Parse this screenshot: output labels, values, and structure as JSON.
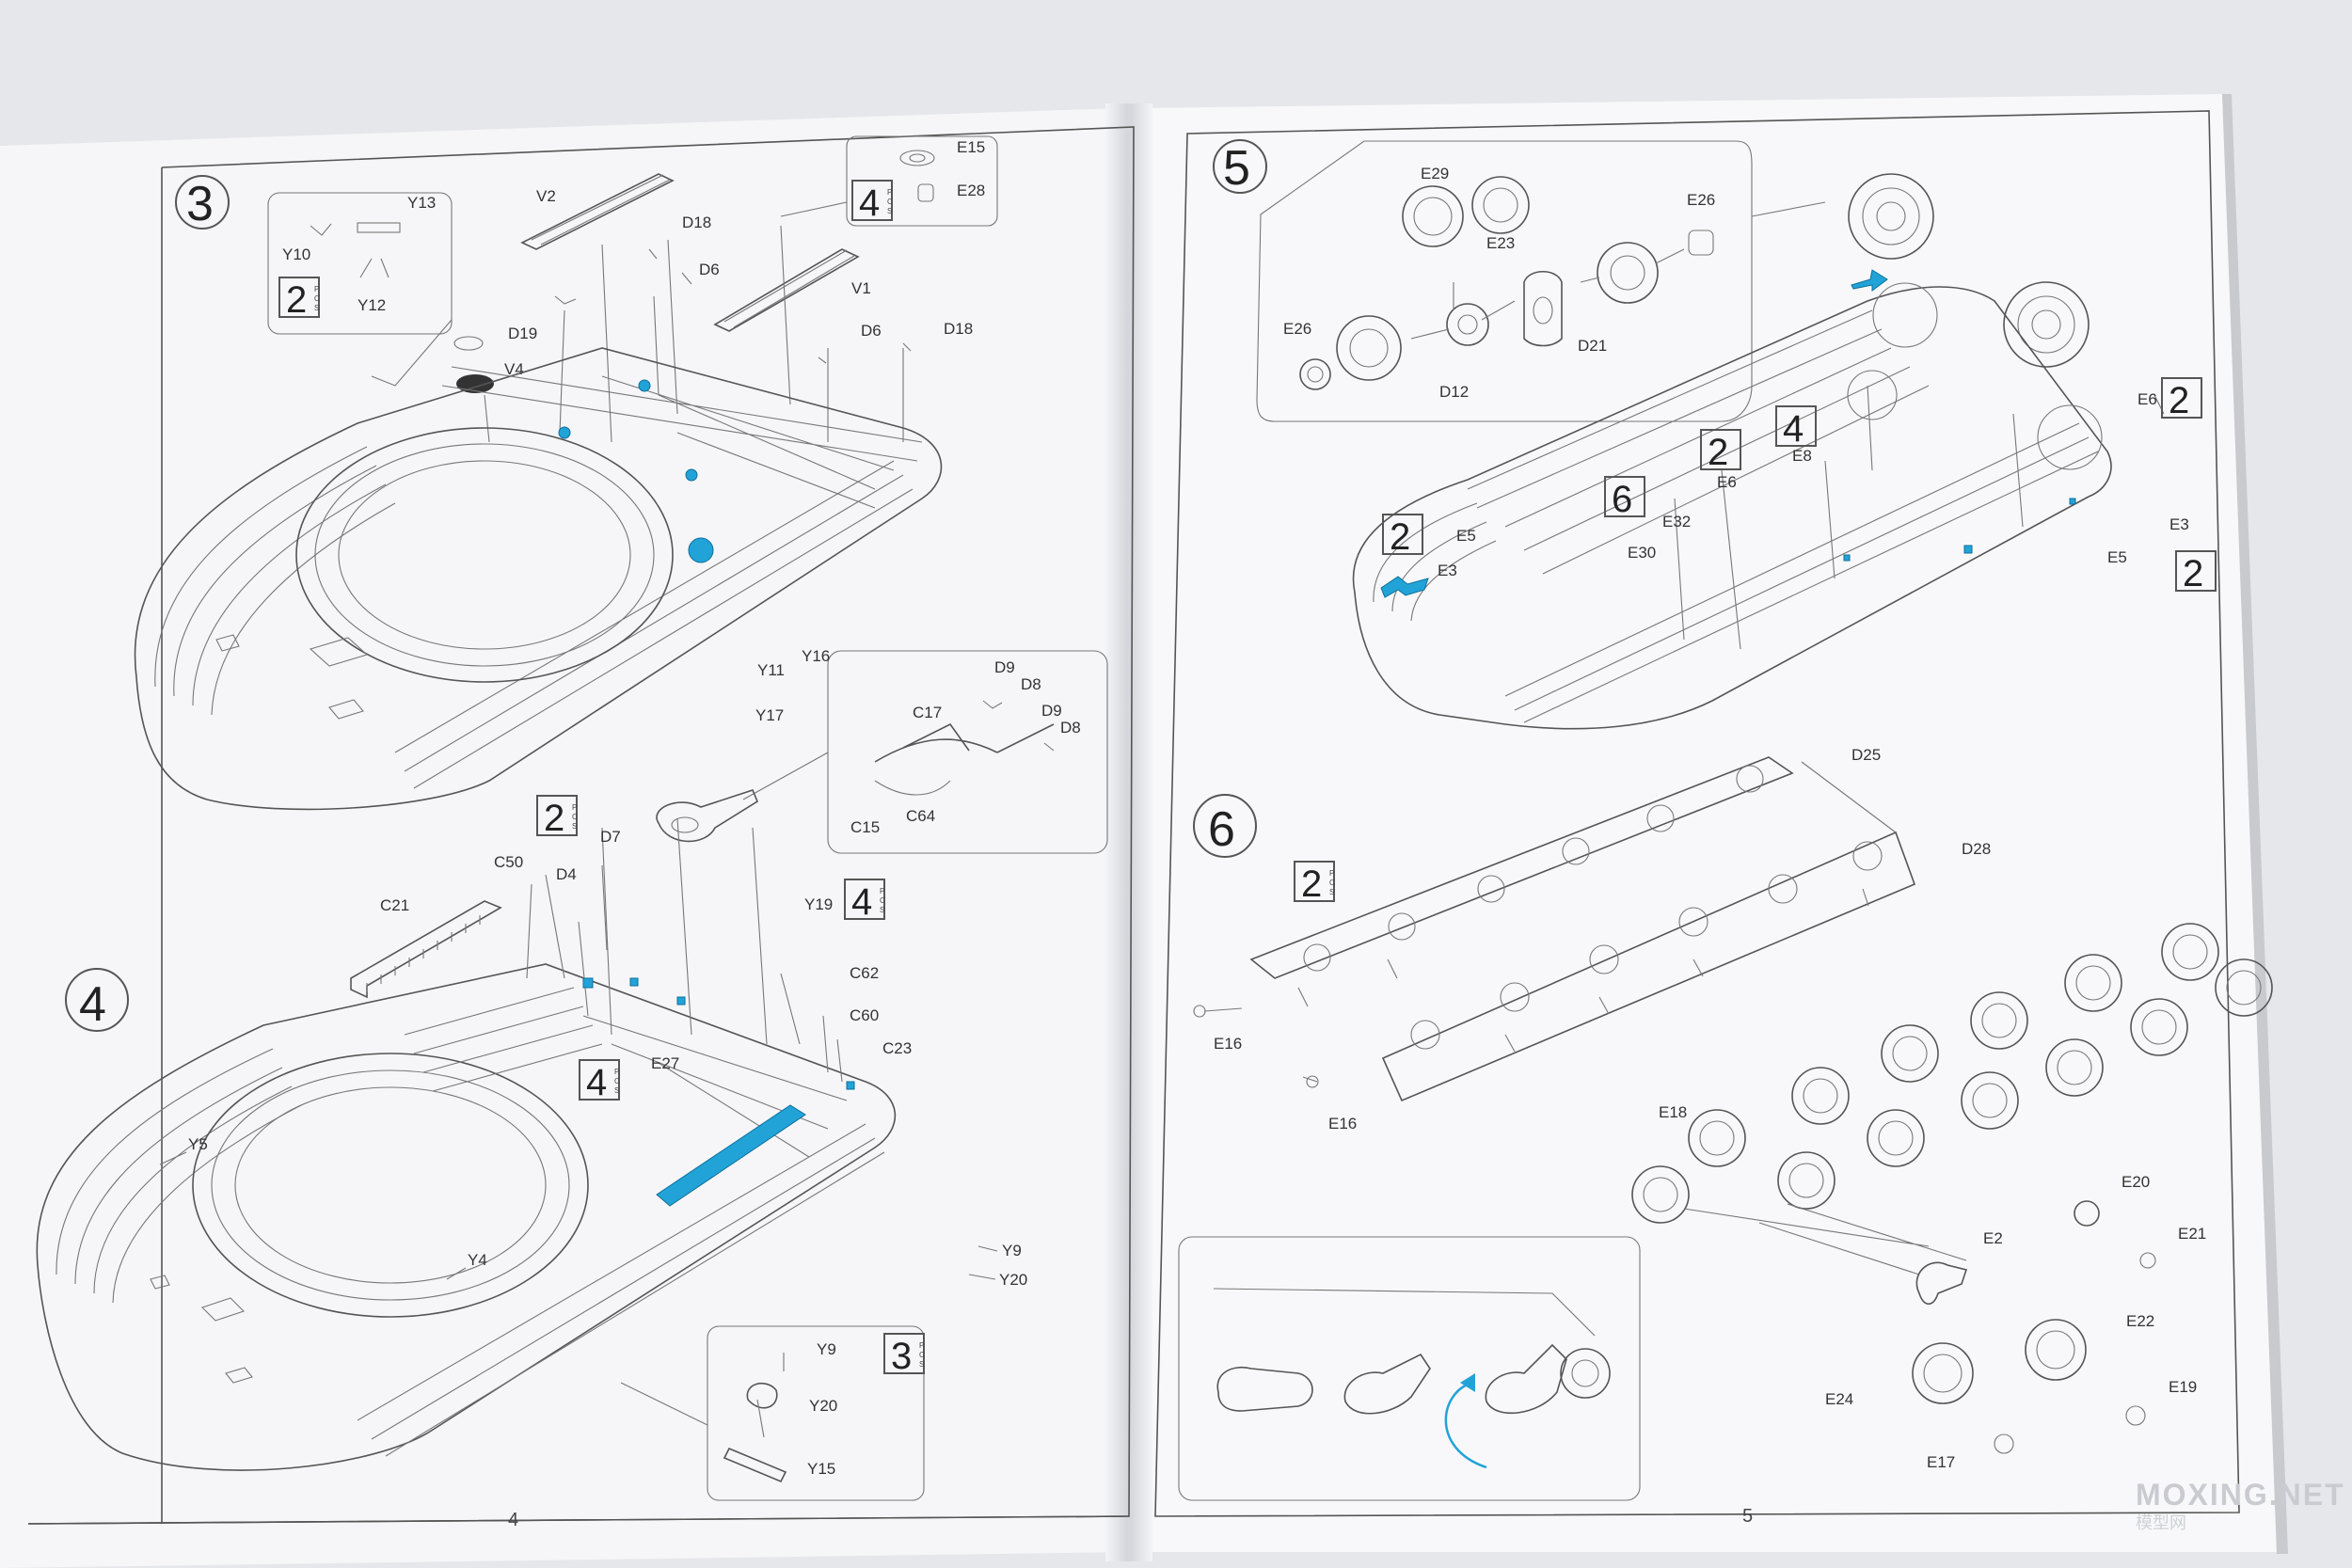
{
  "left_page": {
    "page_number": "4",
    "step3": {
      "number": "3",
      "callout_y": {
        "labels": [
          "Y13",
          "Y10",
          "Y12"
        ],
        "pcs": "2"
      },
      "callout_e": {
        "labels": [
          "E15",
          "E28"
        ],
        "pcs": "4"
      },
      "labels": [
        "V2",
        "D18",
        "D6",
        "V1",
        "D19",
        "V4",
        "D6",
        "D18"
      ]
    },
    "step4": {
      "number": "4",
      "labels": [
        "Y11",
        "Y16",
        "Y17",
        "D7",
        "C50",
        "D4",
        "C21",
        "Y19",
        "C62",
        "C60",
        "C23",
        "E27",
        "Y5",
        "Y4",
        "Y9",
        "Y20"
      ],
      "callout_c": {
        "labels": [
          "D9",
          "D8",
          "C17",
          "D9",
          "D8",
          "C15",
          "C64"
        ]
      },
      "pcs_d7": "2",
      "pcs_y19": "4",
      "pcs_e27": "4",
      "callout_y": {
        "labels": [
          "Y9",
          "Y20",
          "Y15"
        ],
        "pcs": "3"
      }
    }
  },
  "right_page": {
    "page_number": "5",
    "step5": {
      "number": "5",
      "callout": {
        "labels": [
          "E29",
          "E23",
          "E26",
          "E26",
          "D12",
          "D21"
        ]
      },
      "labels": [
        "E6",
        "E6",
        "E8",
        "E32",
        "E30",
        "E5",
        "E3",
        "E3",
        "E5"
      ],
      "pcs_values": [
        "2",
        "2",
        "4",
        "6",
        "2",
        "2"
      ]
    },
    "step6": {
      "number": "6",
      "pcs": "2",
      "labels": [
        "D25",
        "D28",
        "E16",
        "E16",
        "E18",
        "E20",
        "E21",
        "E2",
        "E22",
        "E24",
        "E19",
        "E17"
      ]
    }
  },
  "watermark": {
    "main": "MOXING.NET",
    "sub": "模型网"
  },
  "pcs_caption": "PCS",
  "colors": {
    "highlight": "#22a3d8",
    "paper": "#f7f7f9",
    "line": "#555555"
  }
}
